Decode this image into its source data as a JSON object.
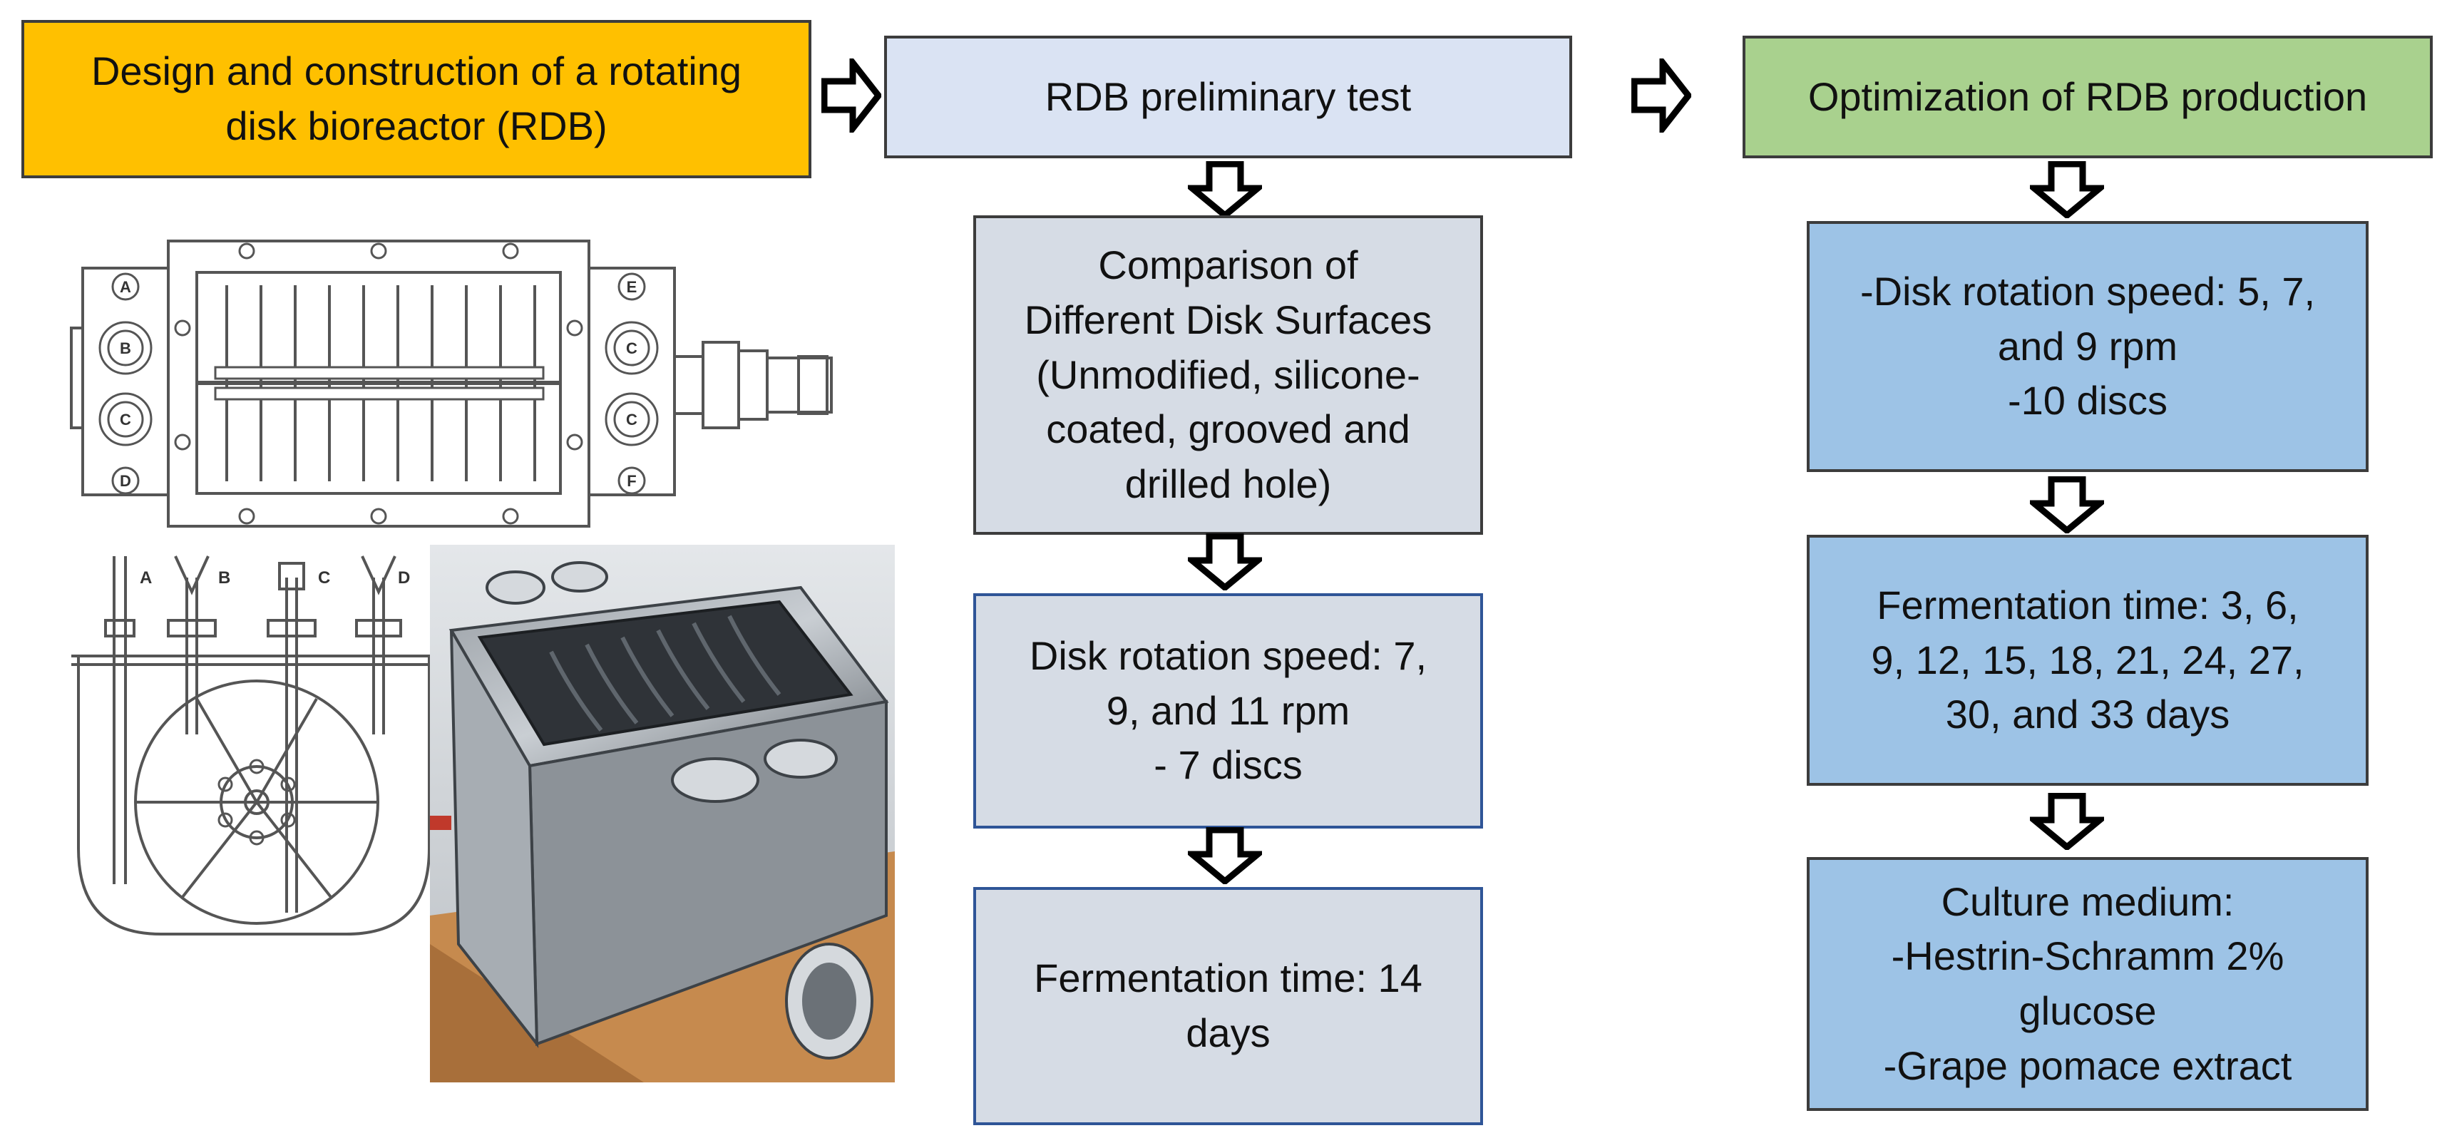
{
  "colors": {
    "orange": "#ffc000",
    "light_blue": "#dae3f3",
    "green": "#a9d18e",
    "grey_blue": "#d6dce5",
    "blue": "#9dc3e6",
    "border_dark": "#3c3c3c",
    "border_blue": "#2f5597"
  },
  "header": {
    "design_box": "Design and construction of a rotating\ndisk bioreactor (RDB)",
    "preliminary_box": "RDB preliminary test",
    "optimization_box": "Optimization of RDB production"
  },
  "preliminary_column": {
    "surfaces_box": "Comparison of\nDifferent Disk Surfaces\n(Unmodified, silicone-\ncoated, grooved and\ndrilled hole)",
    "speed_box": "Disk rotation speed: 7,\n9, and 11 rpm\n- 7 discs",
    "time_box": "Fermentation time: 14\ndays"
  },
  "optimization_column": {
    "speed_box": "-Disk rotation speed: 5, 7,\nand 9 rpm\n-10 discs",
    "time_box": "Fermentation time: 3, 6,\n9, 12, 15, 18, 21, 24, 27,\n30, and 33 days",
    "medium_box": "Culture medium:\n-Hestrin-Schramm 2%\nglucose\n-Grape pomace extract"
  },
  "drawing": {
    "top_view_ports": [
      "A",
      "B",
      "C",
      "D",
      "E",
      "C",
      "C",
      "F"
    ],
    "side_view_ports": [
      "A",
      "B",
      "C",
      "D"
    ]
  }
}
